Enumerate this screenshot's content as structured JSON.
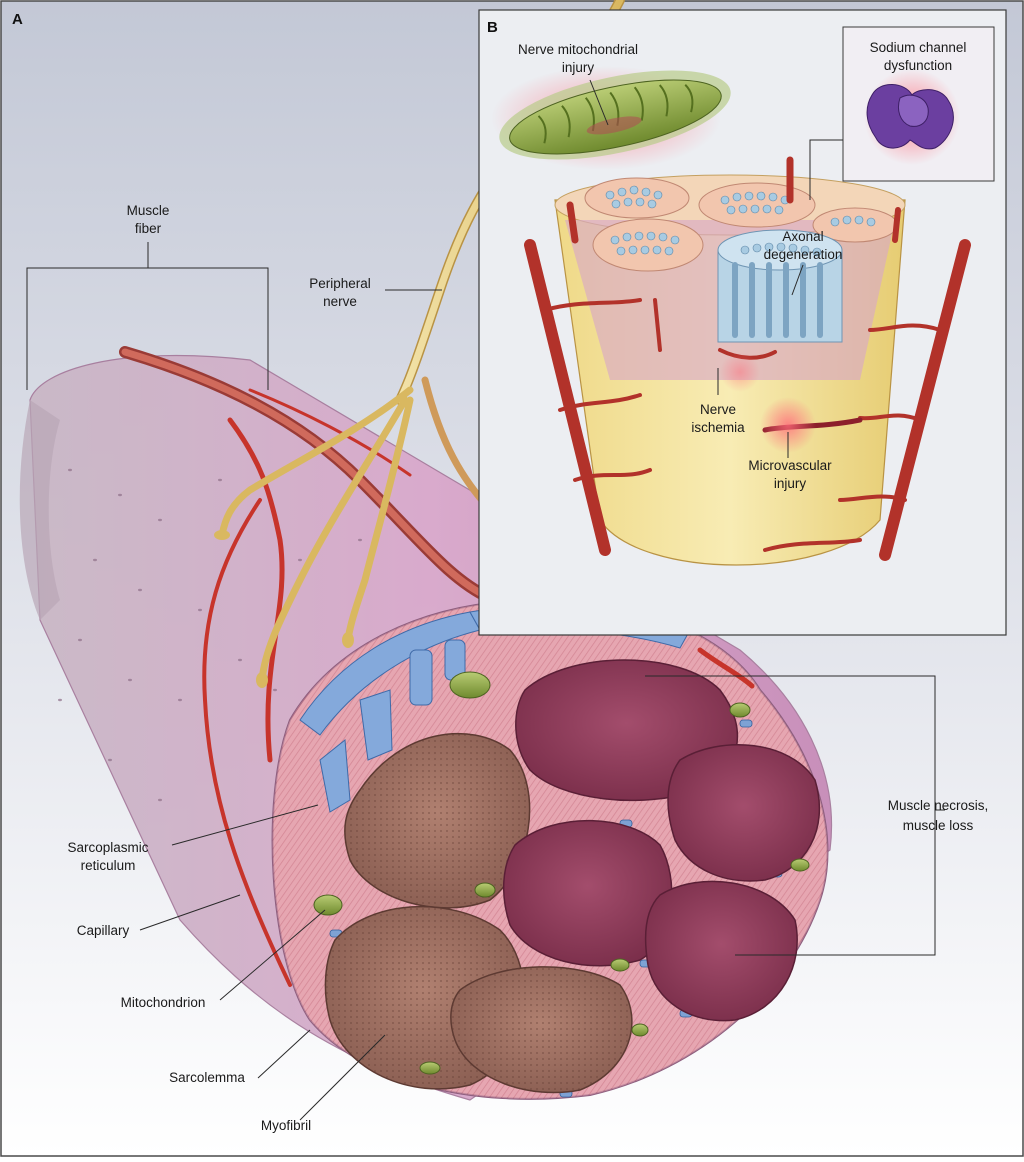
{
  "panels": {
    "a": "A",
    "b": "B"
  },
  "labels": {
    "muscle_fiber": [
      "Muscle",
      "fiber"
    ],
    "peripheral_nerve": [
      "Peripheral",
      "nerve"
    ],
    "sarcoplasmic_reticulum": [
      "Sarcoplasmic",
      "reticulum"
    ],
    "capillary": "Capillary",
    "mitochondrion": "Mitochondrion",
    "sarcolemma": "Sarcolemma",
    "myofibril": "Myofibril",
    "muscle_necrosis": [
      "Muscle necrosis,",
      "muscle loss"
    ],
    "nerve_mito_injury": [
      "Nerve mitochondrial",
      "injury"
    ],
    "sodium_channel": [
      "Sodium channel",
      "dysfunction"
    ],
    "axonal_degeneration": [
      "Axonal",
      "degeneration"
    ],
    "nerve_ischemia": [
      "Nerve",
      "ischemia"
    ],
    "microvascular_injury": [
      "Microvascular",
      "injury"
    ]
  },
  "colors": {
    "background_top": "#c3c8d6",
    "background_bottom": "#ffffff",
    "sarcolemma": "#d7a9cc",
    "myofibril": "#9a6a5e",
    "necrotic_fiber": "#8c3b5a",
    "reticulum": "#7fa5d8",
    "capillary": "#c8372e",
    "nerve": "#e4c77c",
    "mitochondrion": "#8da64a",
    "nerve_sheath": "#f0d98a",
    "axon": "#a9c6dc",
    "sodium_channel": "#6b3fa0",
    "inset_background": "#ecedf1"
  }
}
